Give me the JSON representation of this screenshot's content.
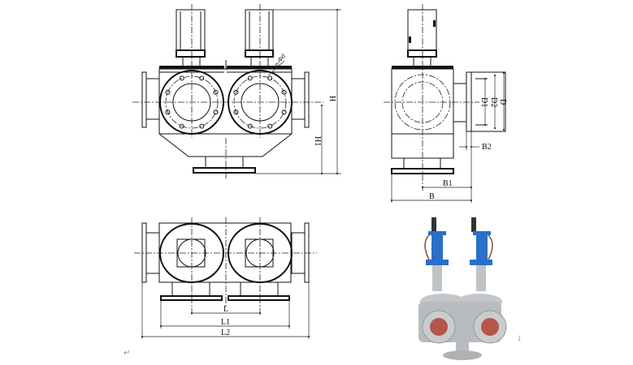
{
  "labels": {
    "H": "H",
    "H1": "H1",
    "bolt": "n-Φd",
    "D": "D",
    "D1": "D1",
    "D2": "D2",
    "B": "B",
    "B1": "B1",
    "B2": "B2",
    "L": "L",
    "L1": "L1",
    "L2": "L2"
  },
  "marks": {
    "return1": "↵",
    "return2": "˩"
  },
  "colors": {
    "actuator": "#2a6fc9",
    "body": "#b8bcc0",
    "lining": "#b5564a"
  }
}
